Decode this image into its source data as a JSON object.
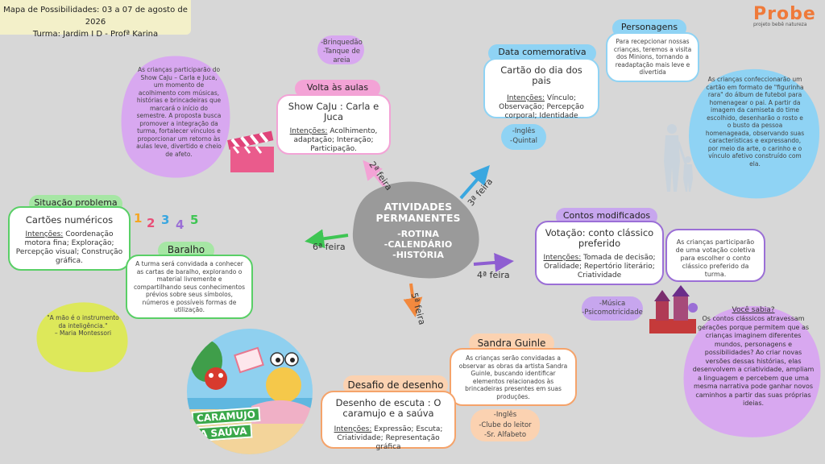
{
  "header": {
    "line1": "Mapa de Possibilidades: 03 a 07 de agosto de 2026",
    "line2": "Turma: Jardim I D - Profª Karina"
  },
  "logo": {
    "name": "Probe",
    "sub": "projeto bebê natureza"
  },
  "center": {
    "title_1": "ATIVIDADES",
    "title_2": "PERMANENTES",
    "items": [
      "-ROTINA",
      "-CALENDÁRIO",
      "-HISTÓRIA"
    ]
  },
  "days": {
    "seg": "2ª feira",
    "ter": "3ª feira",
    "qua": "4ª feira",
    "qui": "5ª feira",
    "sex": "6ª feira"
  },
  "volta": {
    "header": "Volta às aulas",
    "title": "Show CaJu : Carla e Juca",
    "int_label": "Intenções:",
    "int_text": " Acolhimento, adaptação; Interação; Participação.",
    "side": [
      "-Brinquedão",
      "-Tanque de areia"
    ],
    "desc": "As crianças participarão do Show CaJu – Carla e Juca, um momento de acolhimento com músicas, histórias e brincadeiras que marcará o início do semestre. A proposta busca promover a integração da turma, fortalecer vínculos e proporcionar um retorno às aulas leve, divertido e cheio de afeto."
  },
  "data_comem": {
    "header": "Data comemorativa",
    "title": "Cartão do dia dos pais",
    "int_label": "Intenções:",
    "int_text": " Vínculo; Observação; Percepção corporal; Identidade",
    "side": [
      "-Inglês",
      "-Quintal"
    ]
  },
  "personagens": {
    "header": "Personagens",
    "text": "Para recepcionar nossas crianças, teremos a visita dos Minions, tornando a readaptação mais leve e divertida"
  },
  "figurinha": {
    "text": "As crianças confeccionarão um cartão em formato de \"figurinha rara\" do álbum de futebol para homenagear o pai. A partir da imagem da camiseta do time escolhido, desenharão o rosto e o busto da pessoa homenageada, observando suas características e expressando, por meio da arte, o carinho e o vínculo afetivo construído com ela."
  },
  "contos": {
    "header": "Contos modificados",
    "title": "Votação: conto clássico preferido",
    "int_label": "Intenções:",
    "int_text": " Tomada de decisão; Oralidade; Repertório literário; Criatividade",
    "side": [
      "-Música",
      "-Psicomotricidade"
    ],
    "desc": "As crianças participarão de uma votação coletiva para escolher o conto clássico preferido da turma."
  },
  "voce_sabia": {
    "title": "Você sabia?",
    "text": "Os contos clássicos atravessam gerações porque permitem que as crianças imaginem diferentes mundos, personagens e possibilidades? Ao criar novas versões dessas histórias, elas desenvolvem a criatividade, ampliam a linguagem e percebem que uma mesma narrativa pode ganhar novos caminhos a partir das suas próprias ideias."
  },
  "sandra": {
    "header": "Sandra Guinle",
    "text": "As crianças serão convidadas a observar as obras da artista Sandra Guinle, buscando identificar elementos relacionados às brincadeiras presentes em suas produções.",
    "side": [
      "-Inglês",
      "-Clube do leitor",
      "-Sr. Alfabeto"
    ]
  },
  "desafio": {
    "header": "Desafio de desenho",
    "title": "Desenho de escuta : O caramujo e a saúva",
    "int_label": "Intenções:",
    "int_text": " Expressão; Escuta; Criatividade; Representação gráfica"
  },
  "caramujo": {
    "line1": "CARAMUJO",
    "line2": "A SAÚVA"
  },
  "situacao": {
    "header": "Situação problema",
    "title": "Cartões numéricos",
    "int_label": "Intenções:",
    "int_text": " Coordenação motora fina; Exploração; Percepção visual; Construção gráfica.",
    "numbers": [
      "1",
      "2",
      "3",
      "4",
      "5"
    ]
  },
  "baralho": {
    "header": "Baralho",
    "text": "A turma será convidada a conhecer as cartas de baralho, explorando o material livremente e compartilhando seus conhecimentos prévios sobre seus símbolos, números e possíveis formas de utilização."
  },
  "quote": {
    "text": "\"A mão é o instrumento da inteligência.\"",
    "author": "– Maria Montessori"
  },
  "colors": {
    "pink": "#f3a3d6",
    "blue": "#8fd3f4",
    "purple": "#9b6fd6",
    "orange": "#f5a36a",
    "green": "#59cf66",
    "yellow": "#dde85a",
    "lilac": "#d8a8f0"
  }
}
